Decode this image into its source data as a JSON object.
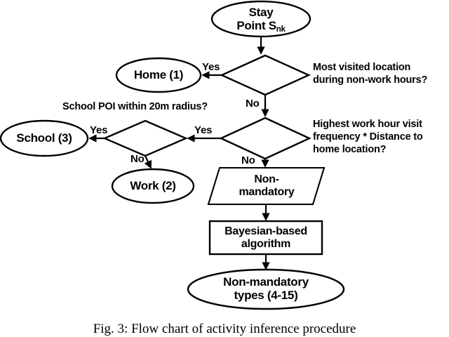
{
  "figure": {
    "caption": "Fig. 3: Flow chart of activity inference procedure",
    "background_color": "#ffffff",
    "line_color": "#000000"
  },
  "nodes": {
    "stay_point": {
      "line1": "Stay",
      "line2_prefix": "Point S",
      "line2_sub": "nk",
      "shape": "ellipse"
    },
    "home": {
      "label": "Home (1)",
      "shape": "ellipse"
    },
    "school": {
      "label": "School (3)",
      "shape": "ellipse"
    },
    "work": {
      "label": "Work (2)",
      "shape": "ellipse"
    },
    "non_mandatory": {
      "line1": "Non-",
      "line2": "mandatory",
      "shape": "parallelogram"
    },
    "bayesian": {
      "line1": "Bayesian-based",
      "line2": "algorithm",
      "shape": "rectangle"
    },
    "result": {
      "line1": "Non-mandatory",
      "line2": "types (4-15)",
      "shape": "ellipse"
    },
    "decision_1": {
      "shape": "diamond",
      "question_line1": "Most visited location",
      "question_line2": "during non-work hours?"
    },
    "decision_2": {
      "shape": "diamond",
      "question": "School POI within 20m radius?"
    },
    "decision_3": {
      "shape": "diamond",
      "question_line1": "Highest work hour visit",
      "question_line2": "frequency * Distance to",
      "question_line3": "home location?"
    }
  },
  "edge_labels": {
    "d1_yes": "Yes",
    "d1_no": "No",
    "d2_yes": "Yes",
    "d2_no": "No",
    "d3_yes": "Yes",
    "d3_no": "No"
  }
}
